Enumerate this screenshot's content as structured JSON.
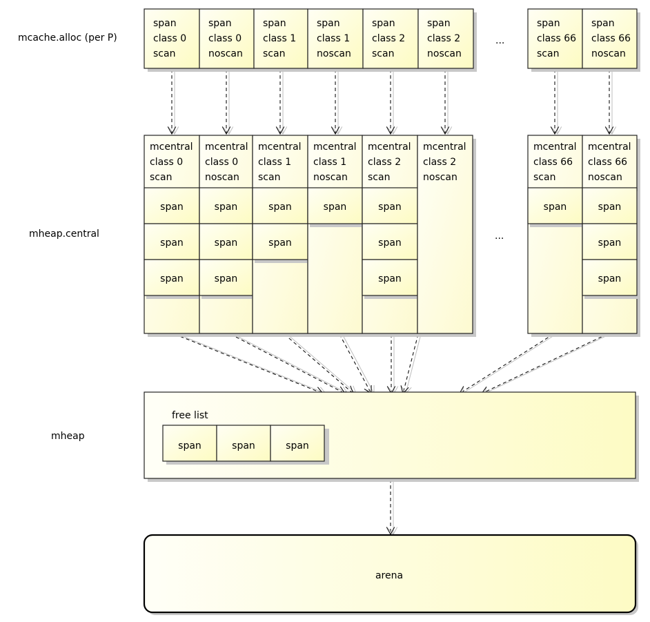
{
  "colors": {
    "fill_light": "#fffff4",
    "fill_dark": "#fdfbc2",
    "border": "#222222",
    "shadow": "#c8c8c8",
    "ghost": "#bdbdbd"
  },
  "labels": {
    "mcache": "mcache.alloc (per P)",
    "central": "mheap.central",
    "mheap": "mheap",
    "ellipsis_top": "...",
    "ellipsis_mid": "...",
    "free_list": "free list",
    "arena": "arena"
  },
  "mcache_cells": [
    [
      "span",
      "class 0",
      "scan"
    ],
    [
      "span",
      "class 0",
      "noscan"
    ],
    [
      "span",
      "class 1",
      "scan"
    ],
    [
      "span",
      "class 1",
      "noscan"
    ],
    [
      "span",
      "class 2",
      "scan"
    ],
    [
      "span",
      "class 2",
      "noscan"
    ],
    [
      "span",
      "class 66",
      "scan"
    ],
    [
      "span",
      "class 66",
      "noscan"
    ]
  ],
  "mcentral_columns": [
    {
      "header": [
        "mcentral",
        "class 0",
        "scan"
      ],
      "spans": [
        "span",
        "span",
        "span"
      ]
    },
    {
      "header": [
        "mcentral",
        "class 0",
        "noscan"
      ],
      "spans": [
        "span",
        "span",
        "span"
      ]
    },
    {
      "header": [
        "mcentral",
        "class 1",
        "scan"
      ],
      "spans": [
        "span",
        "span"
      ]
    },
    {
      "header": [
        "mcentral",
        "class 1",
        "noscan"
      ],
      "spans": [
        "span"
      ]
    },
    {
      "header": [
        "mcentral",
        "class 2",
        "scan"
      ],
      "spans": [
        "span",
        "span",
        "span"
      ]
    },
    {
      "header": [
        "mcentral",
        "class 2",
        "noscan"
      ],
      "spans": []
    },
    {
      "header": [
        "mcentral",
        "class 66",
        "scan"
      ],
      "spans": [
        "span"
      ]
    },
    {
      "header": [
        "mcentral",
        "class 66",
        "noscan"
      ],
      "spans": [
        "span",
        "span",
        "span"
      ]
    }
  ],
  "free_list_spans": [
    "span",
    "span",
    "span"
  ]
}
